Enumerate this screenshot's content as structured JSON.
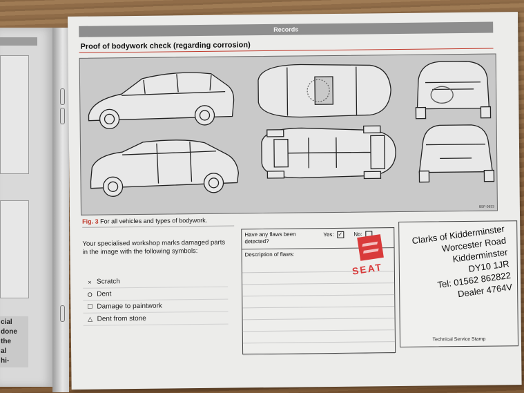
{
  "header": {
    "section": "Records"
  },
  "page_title": "Proof of bodywork check (regarding corrosion)",
  "diagram": {
    "code": "B5F-0633"
  },
  "caption": {
    "fig_label": "Fig. 3",
    "text": "For all vehicles and types of bodywork."
  },
  "instructions": "Your specialised workshop marks damaged parts in the image with the following symbols:",
  "symbols": [
    {
      "glyph": "×",
      "icon": "cross-icon",
      "label": "Scratch"
    },
    {
      "glyph": "O",
      "icon": "circle-icon",
      "label": "Dent"
    },
    {
      "glyph": "☐",
      "icon": "square-icon",
      "label": "Damage to paintwork"
    },
    {
      "glyph": "△",
      "icon": "triangle-icon",
      "label": "Dent from stone"
    }
  ],
  "flaws": {
    "question": "Have any flaws been detected?",
    "yes_label": "Yes:",
    "yes_mark": "✓",
    "no_label": "No:",
    "description_label": "Description of flaws:"
  },
  "brand": {
    "name": "SEAT",
    "color": "#d93a3a"
  },
  "stamp": {
    "lines": [
      "Clarks of Kidderminster",
      "Worcester Road",
      "Kidderminster",
      "DY10 1JR",
      "Tel: 01562 862822",
      "Dealer 4764V"
    ],
    "label": "Technical Service Stamp"
  },
  "left_page": {
    "lines": [
      "cial",
      "done",
      "the",
      "al",
      "hi-"
    ]
  }
}
